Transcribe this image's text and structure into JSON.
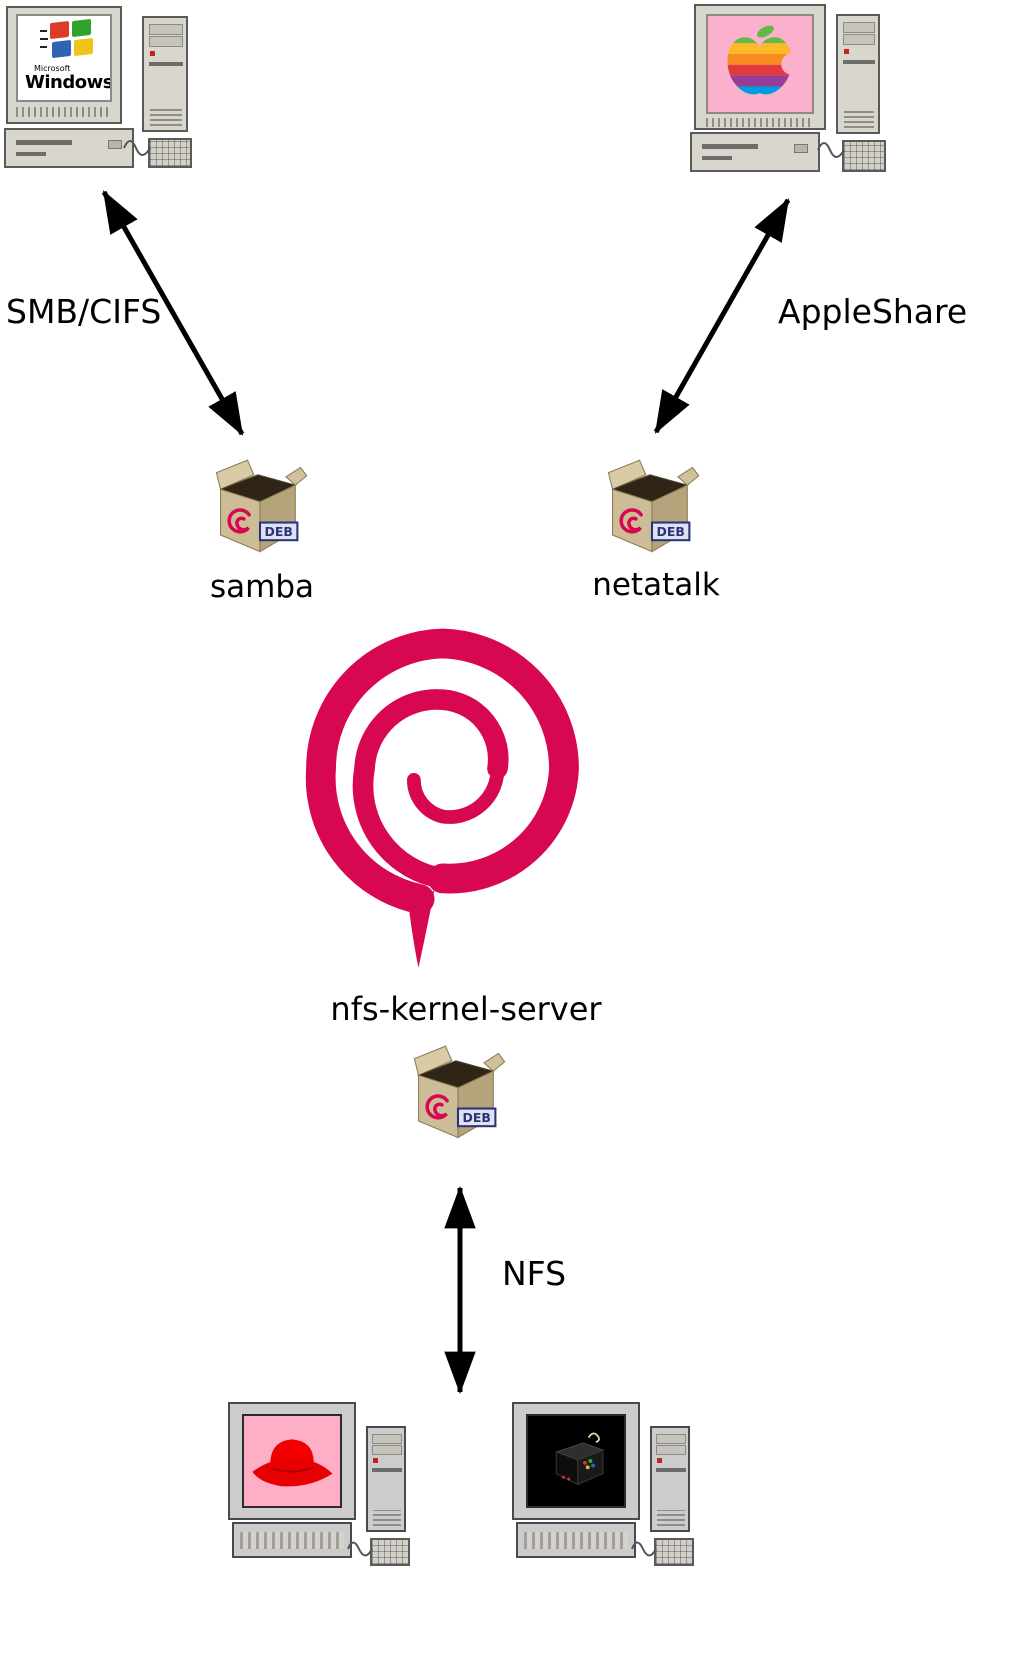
{
  "diagram": {
    "protocol_labels": {
      "smb": "SMB/CIFS",
      "appleshare": "AppleShare",
      "nfs": "NFS"
    },
    "package_labels": {
      "samba": "samba",
      "netatalk": "netatalk",
      "nfs_server": "nfs-kernel-server"
    },
    "deb_badge": "DEB",
    "windows_screen": {
      "brand": "Microsoft",
      "product": "Windows"
    },
    "icons": {
      "top_left": "windows-computer",
      "top_right": "macintosh-computer",
      "center": "debian-swirl",
      "packages": "deb-package",
      "bottom_left": "redhat-computer",
      "bottom_right": "unix-computer"
    },
    "colors": {
      "debian_swirl": "#d70751",
      "arrow": "#000000",
      "mac_screen_pink": "#fbb1cd",
      "redhat_screen_pink": "#ffafc5",
      "package_box_tan": "#cdbd97",
      "deb_badge_blue": "#2a3579"
    }
  }
}
